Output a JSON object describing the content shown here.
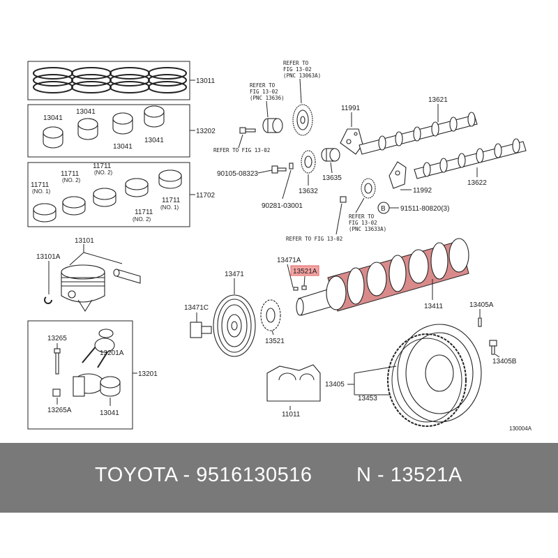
{
  "diagram": {
    "labels": {
      "l13011": "13011",
      "l13202": "13202",
      "l11702": "11702",
      "b13041a": "13041",
      "b13041b": "13041",
      "b13041c": "13041",
      "b13041d": "13041",
      "b11711a": "11711",
      "b11711a_no": "(NO. 1)",
      "b11711b": "11711",
      "b11711b_no": "(NO. 2)",
      "b11711c": "11711",
      "b11711c_no": "(NO. 2)",
      "b11711d": "11711",
      "b11711d_no": "(NO. 2)",
      "b11711e": "11711",
      "b11711e_no": "(NO. 1)",
      "l13101": "13101",
      "l13101a": "13101A",
      "l13265": "13265",
      "l13201a": "13201A",
      "l13201": "13201",
      "l13265a": "13265A",
      "l13041r": "13041",
      "ref1_a": "REFER TO",
      "ref1_b": "FIG 13-02",
      "ref1_c": "(PNC 13063A)",
      "ref2_a": "REFER TO",
      "ref2_b": "FIG 13-02",
      "ref2_c": "(PNC 13636)",
      "ref3": "REFER TO FIG 13-02",
      "l11991": "11991",
      "l13621": "13621",
      "l90105": "90105-08323",
      "l13632": "13632",
      "l13635": "13635",
      "l11992": "11992",
      "l13622": "13622",
      "lB": "B",
      "l91511": "91511-80820(3)",
      "l90281": "90281-03001",
      "ref4_a": "REFER TO",
      "ref4_b": "FIG 13-02",
      "ref4_c": "(PNC 13633A)",
      "ref5": "REFER TO FIG 13-02",
      "l13471a": "13471A",
      "l13521a_hl": "13521A",
      "l13471": "13471",
      "l13471c": "13471C",
      "l13521": "13521",
      "l13411": "13411",
      "l13405a": "13405A",
      "l13405b": "13405B",
      "l13405": "13405",
      "l13453": "13453",
      "l11011": "11011",
      "l130004a": "130004A"
    }
  },
  "colors": {
    "highlight_fill": "#f4a3a3",
    "highlight_stroke": "#e06060",
    "footer_bg": "#797979",
    "footer_text": "#ffffff",
    "part_shade": "#d98b8b"
  },
  "footer": {
    "part_text": "TOYOTA - 9516130516",
    "ref_text": "N - 13521A"
  }
}
